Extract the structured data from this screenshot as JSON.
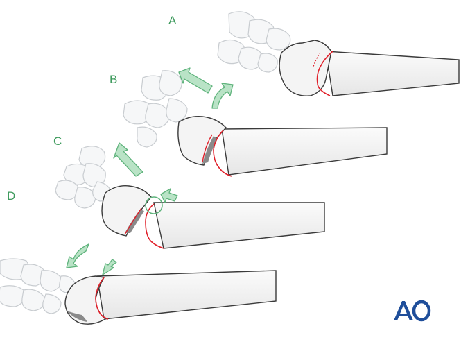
{
  "steps": {
    "a": "A",
    "b": "B",
    "c": "C",
    "d": "D"
  },
  "logo": {
    "text": "AO",
    "color": "#1f4e9a"
  },
  "colors": {
    "arrow_fill": "#b9e3c6",
    "arrow_stroke": "#5fb37c",
    "fracture_line": "#e0202a",
    "bone_fill": "#f4f4f4",
    "bone_stroke": "#3a3a3a",
    "carpal_stroke": "#c8ccd0",
    "fragment_shadow": "#8a8a8a"
  },
  "icons": [
    "curved-arrow-icon",
    "straight-arrow-icon",
    "pivot-circle-icon"
  ]
}
